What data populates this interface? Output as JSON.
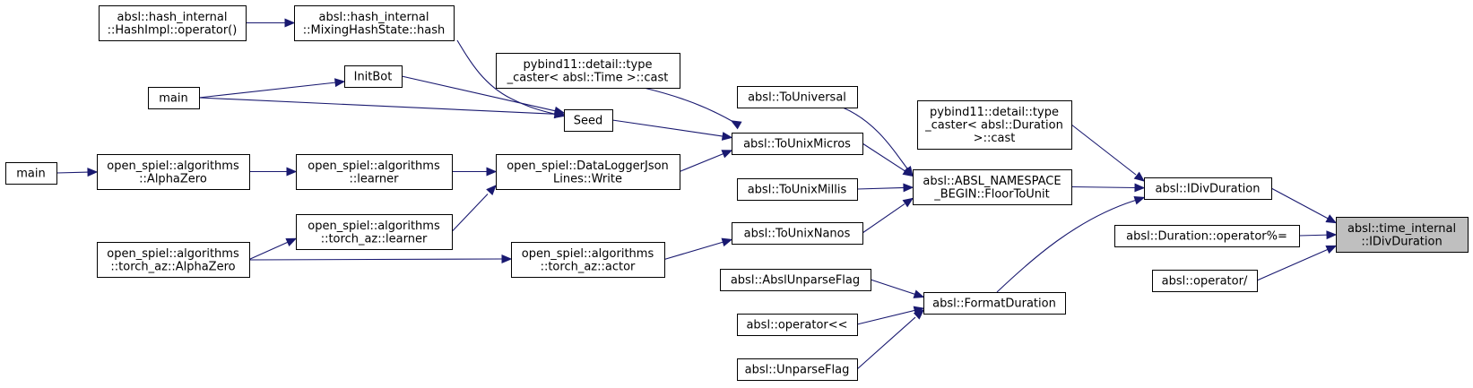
{
  "colors": {
    "edge": "#191970",
    "root_fill": "#bfbfbf",
    "node_fill": "#ffffff",
    "border": "#000000"
  },
  "nodes": {
    "hashimpl_op": {
      "lines": [
        "absl::hash_internal",
        "::HashImpl::operator()"
      ]
    },
    "mixing_hash": {
      "lines": [
        "absl::hash_internal",
        "::MixingHashState::hash"
      ]
    },
    "pybind_time": {
      "lines": [
        "pybind11::detail::type",
        "_caster< absl::Time >::cast"
      ]
    },
    "main1": {
      "lines": [
        "main"
      ]
    },
    "initbot": {
      "lines": [
        "InitBot"
      ]
    },
    "seed": {
      "lines": [
        "Seed"
      ]
    },
    "to_universal": {
      "lines": [
        "absl::ToUniversal"
      ]
    },
    "pybind_duration": {
      "lines": [
        "pybind11::detail::type",
        "_caster< absl::Duration",
        ">::cast"
      ]
    },
    "to_unix_micros": {
      "lines": [
        "absl::ToUnixMicros"
      ]
    },
    "main2": {
      "lines": [
        "main"
      ]
    },
    "alphazero": {
      "lines": [
        "open_spiel::algorithms",
        "::AlphaZero"
      ]
    },
    "learner": {
      "lines": [
        "open_spiel::algorithms",
        "::learner"
      ]
    },
    "datalogger": {
      "lines": [
        "open_spiel::DataLoggerJson",
        "Lines::Write"
      ]
    },
    "floor_to_unit": {
      "lines": [
        "absl::ABSL_NAMESPACE",
        "_BEGIN::FloorToUnit"
      ]
    },
    "to_unix_millis": {
      "lines": [
        "absl::ToUnixMillis"
      ]
    },
    "idiv_duration": {
      "lines": [
        "absl::IDivDuration"
      ]
    },
    "torch_learner": {
      "lines": [
        "open_spiel::algorithms",
        "::torch_az::learner"
      ]
    },
    "torch_alphazero": {
      "lines": [
        "open_spiel::algorithms",
        "::torch_az::AlphaZero"
      ]
    },
    "torch_actor": {
      "lines": [
        "open_spiel::algorithms",
        "::torch_az::actor"
      ]
    },
    "to_unix_nanos": {
      "lines": [
        "absl::ToUnixNanos"
      ]
    },
    "duration_mod": {
      "lines": [
        "absl::Duration::operator%="
      ]
    },
    "time_internal_idiv": {
      "lines": [
        "absl::time_internal",
        "::IDivDuration"
      ]
    },
    "absl_unparse_flag": {
      "lines": [
        "absl::AbslUnparseFlag"
      ]
    },
    "format_duration": {
      "lines": [
        "absl::FormatDuration"
      ]
    },
    "op_shift": {
      "lines": [
        "absl::operator<<"
      ]
    },
    "op_div": {
      "lines": [
        "absl::operator/"
      ]
    },
    "unparse_flag": {
      "lines": [
        "absl::UnparseFlag"
      ]
    }
  },
  "edges": [
    {
      "from": "hashimpl_op",
      "to": "mixing_hash"
    },
    {
      "from": "main1",
      "to": "initbot"
    },
    {
      "from": "main1",
      "to": "seed"
    },
    {
      "from": "initbot",
      "to": "seed"
    },
    {
      "from": "mixing_hash",
      "to": "seed"
    },
    {
      "from": "seed",
      "to": "to_unix_micros"
    },
    {
      "from": "pybind_time",
      "to": "to_unix_micros"
    },
    {
      "from": "datalogger",
      "to": "to_unix_micros"
    },
    {
      "from": "main2",
      "to": "alphazero"
    },
    {
      "from": "alphazero",
      "to": "learner"
    },
    {
      "from": "learner",
      "to": "datalogger"
    },
    {
      "from": "torch_learner",
      "to": "datalogger"
    },
    {
      "from": "torch_alphazero",
      "to": "torch_learner"
    },
    {
      "from": "torch_alphazero",
      "to": "torch_actor"
    },
    {
      "from": "torch_actor",
      "to": "to_unix_nanos"
    },
    {
      "from": "to_universal",
      "to": "floor_to_unit"
    },
    {
      "from": "to_unix_micros",
      "to": "floor_to_unit"
    },
    {
      "from": "to_unix_millis",
      "to": "floor_to_unit"
    },
    {
      "from": "to_unix_nanos",
      "to": "floor_to_unit"
    },
    {
      "from": "floor_to_unit",
      "to": "idiv_duration"
    },
    {
      "from": "pybind_duration",
      "to": "idiv_duration"
    },
    {
      "from": "format_duration",
      "to": "idiv_duration"
    },
    {
      "from": "absl_unparse_flag",
      "to": "format_duration"
    },
    {
      "from": "op_shift",
      "to": "format_duration"
    },
    {
      "from": "unparse_flag",
      "to": "format_duration"
    },
    {
      "from": "idiv_duration",
      "to": "time_internal_idiv"
    },
    {
      "from": "duration_mod",
      "to": "time_internal_idiv"
    },
    {
      "from": "op_div",
      "to": "time_internal_idiv"
    }
  ]
}
